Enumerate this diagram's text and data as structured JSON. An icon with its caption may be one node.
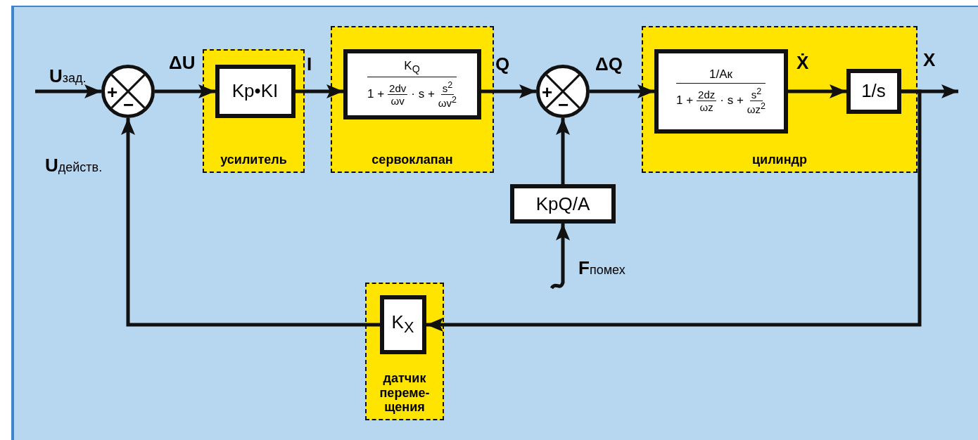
{
  "diagram": {
    "nodes": [
      {
        "text": [
          "+",
          "−"
        ]
      },
      {
        "text": [
          "усилитель"
        ]
      },
      {
        "text": [
          "Kp•KI"
        ],
        "in": 1
      },
      {
        "text": [
          "сервоклапан"
        ]
      },
      {
        "text": [
          "K$_{Q}$",
          "1 +",
          "2dv",
          "ωv",
          "· s +",
          "s$^{2}$",
          "ωv$^{2}$"
        ],
        "in": 3
      },
      {
        "text": [
          "+",
          "−"
        ]
      },
      {
        "text": [
          "цилиндр"
        ]
      },
      {
        "text": [
          "1/Aк",
          "1 +",
          "2dz",
          "ωz",
          "· s +",
          "s$^{2}$",
          "ωz$^{2}$"
        ],
        "in": 6
      },
      {
        "text": [
          "1/s"
        ],
        "in": 6
      },
      {
        "text": [
          "KpQ/A"
        ]
      },
      {
        "text": [
          "датчик переме- щения"
        ]
      },
      {
        "text": [
          "K$_{X}$"
        ],
        "in": 10
      }
    ],
    "edges": [
      {
        "from": null,
        "to": 0,
        "arrow": "to",
        "label": "Uзад."
      },
      {
        "from": 0,
        "to": 2,
        "arrow": "to",
        "label": "ΔU"
      },
      {
        "from": 2,
        "to": 4,
        "arrow": "to",
        "label": "I"
      },
      {
        "from": 4,
        "to": 5,
        "arrow": "to",
        "label": "Q"
      },
      {
        "from": 5,
        "to": 7,
        "arrow": "to",
        "label": "ΔQ"
      },
      {
        "from": 7,
        "to": 8,
        "arrow": "to",
        "label": "Ẋ"
      },
      {
        "from": 8,
        "to": null,
        "arrow": "to",
        "label": "X"
      },
      {
        "from": 8,
        "to": 11,
        "arrow": "to"
      },
      {
        "from": 11,
        "to": 0,
        "arrow": "to",
        "label": "Uдейств."
      },
      {
        "from": 9,
        "to": 5,
        "arrow": "to"
      },
      {
        "from": null,
        "to": 9,
        "arrow": "to",
        "label": "Fпомех"
      }
    ]
  }
}
